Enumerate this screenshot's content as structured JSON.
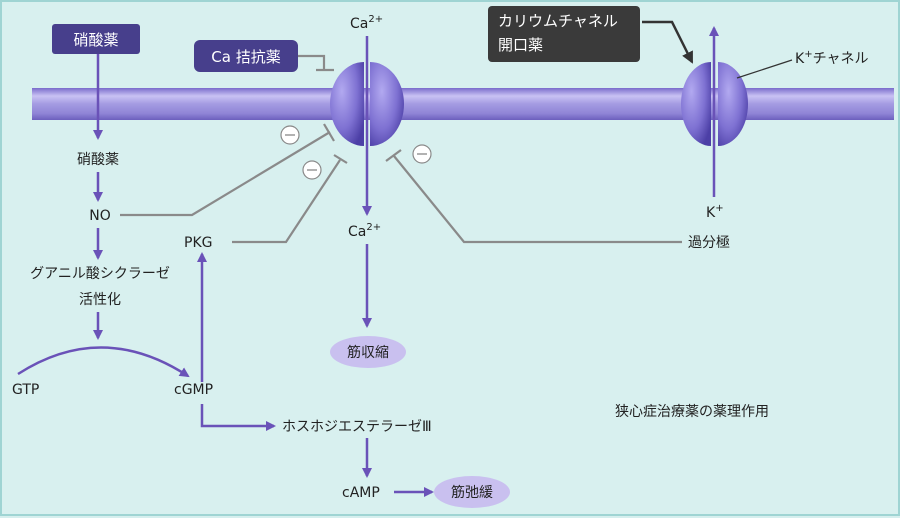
{
  "labels": {
    "nitrate_box": "硝酸薬",
    "ca_blocker_box": "Ca 拮抗薬",
    "k_opener_line1": "カリウムチャネル",
    "k_opener_line2": "開口薬",
    "ca_top": "Ca",
    "ca_top_sup": "2+",
    "k_channel_k": "K",
    "k_channel_sup": "+",
    "k_channel_rest": "チャネル",
    "nitrate": "硝酸薬",
    "no": "NO",
    "gc_line1": "グアニル酸シクラーゼ",
    "gc_line2": "活性化",
    "gtp": "GTP",
    "cgmp": "cGMP",
    "pkg": "PKG",
    "ca_mid": "Ca",
    "ca_mid_sup": "2+",
    "k_mid": "K",
    "k_mid_sup": "+",
    "hyperpolarization": "過分極",
    "contraction": "筋収縮",
    "pde": "ホスホジエステラーゼⅢ",
    "camp": "cAMP",
    "relaxation": "筋弛緩",
    "title": "狭心症治療薬の薬理作用"
  },
  "colors": {
    "arrow": "#6a52b8",
    "inhibit": "#8a8a8a",
    "box_dark": "#473f8c",
    "box_black": "#3a3a3a",
    "ellipse": "#c9c0ef"
  }
}
